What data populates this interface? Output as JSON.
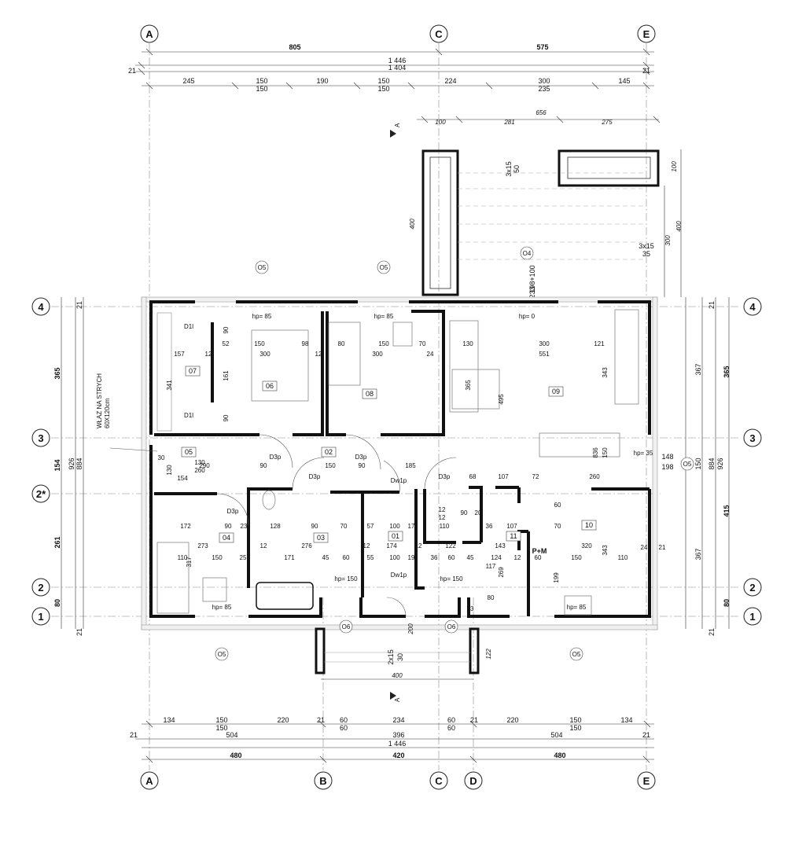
{
  "axes": {
    "columns_top": [
      "A",
      "C",
      "E"
    ],
    "columns_bottom": [
      "A",
      "B",
      "C",
      "D",
      "E"
    ],
    "rows_left": [
      "4",
      "3",
      "2*",
      "2",
      "1"
    ],
    "rows_right": [
      "4",
      "3",
      "2",
      "1"
    ]
  },
  "dims_top": {
    "row1": [
      "805",
      "575"
    ],
    "overall1": "1 446",
    "overall2": "1 404",
    "edge": "21",
    "row3_upper": [
      "245",
      "150",
      "190",
      "150",
      "224",
      "300",
      "145"
    ],
    "row3_lower": [
      "150",
      "150",
      "235"
    ],
    "terrace_total": "656",
    "terrace_parts": [
      "100",
      "281",
      "275"
    ]
  },
  "dims_bottom": {
    "row1_upper": [
      "134",
      "150",
      "220",
      "21",
      "60",
      "234",
      "60",
      "21",
      "220",
      "150",
      "134"
    ],
    "row1_lower": [
      "150",
      "60",
      "60",
      "150"
    ],
    "row2": [
      "504",
      "396",
      "504"
    ],
    "edge": "21",
    "overall": "1 446",
    "row3": [
      "480",
      "420",
      "480"
    ]
  },
  "dims_left": {
    "outer": [
      "365",
      "154",
      "261",
      "80"
    ],
    "mid": [
      "926",
      "884"
    ],
    "edge": "21"
  },
  "dims_right": {
    "outer": [
      "365",
      "415",
      "80"
    ],
    "mid": [
      "367",
      "367",
      "926",
      "884"
    ],
    "edge": "21",
    "window": [
      "148",
      "150",
      "198"
    ]
  },
  "rooms": [
    {
      "id": "07"
    },
    {
      "id": "06"
    },
    {
      "id": "08"
    },
    {
      "id": "09"
    },
    {
      "id": "05"
    },
    {
      "id": "02"
    },
    {
      "id": "04"
    },
    {
      "id": "03"
    },
    {
      "id": "01"
    },
    {
      "id": "11"
    },
    {
      "id": "10"
    }
  ],
  "windows": [
    "O5",
    "O5",
    "O4",
    "O5",
    "O5",
    "O6",
    "O6",
    "O5"
  ],
  "doors": [
    "D1l",
    "D1l",
    "D3p",
    "D3p",
    "D3p",
    "D3p",
    "D3p",
    "Dw1p",
    "Dw1p",
    "P+M"
  ],
  "labels": {
    "hp85": "hp= 85",
    "hp0": "hp= 0",
    "hp150": "hp= 150",
    "hp35": "hp= 35",
    "attic1": "WŁAZ NA STRYCH",
    "attic2": "60X120cm",
    "section": "A",
    "stairs_top": "3x15",
    "stairs_top2": "50",
    "stairs_right": "3x15",
    "stairs_right2": "35",
    "stairs_bottom": "2x15",
    "stairs_bottom2": "30",
    "window_o4": "198+100",
    "window_o4b": "233"
  },
  "colors": {
    "wall": "#111111",
    "thin": "#555555",
    "hatch": "#999999"
  }
}
